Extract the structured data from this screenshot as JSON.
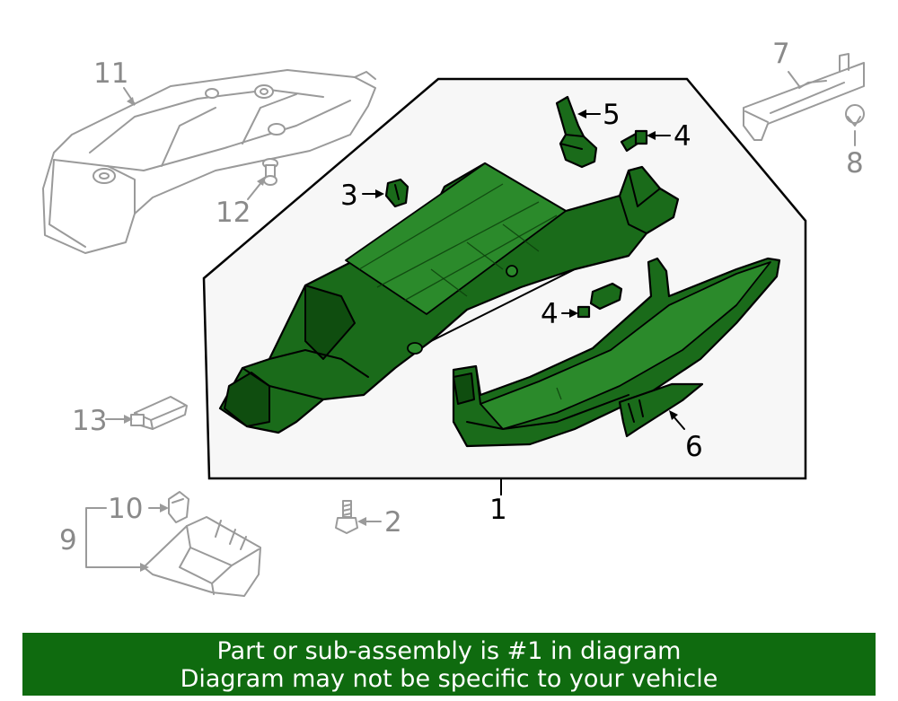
{
  "callouts": {
    "c1": "1",
    "c2": "2",
    "c3": "3",
    "c4a": "4",
    "c4b": "4",
    "c5": "5",
    "c6": "6",
    "c7": "7",
    "c8": "8",
    "c9": "9",
    "c10": "10",
    "c11": "11",
    "c12": "12",
    "c13": "13"
  },
  "banner": {
    "line1": "Part or sub-assembly is #1 in diagram",
    "line2": "Diagram may not be specific to your vehicle"
  },
  "colors": {
    "highlight_part": "#1a6b1a",
    "banner_bg": "#0f6b0f",
    "banner_text": "#ffffff",
    "related_part_outline": "#9a9a9a",
    "callout_box_bg": "#f7f7f7"
  }
}
